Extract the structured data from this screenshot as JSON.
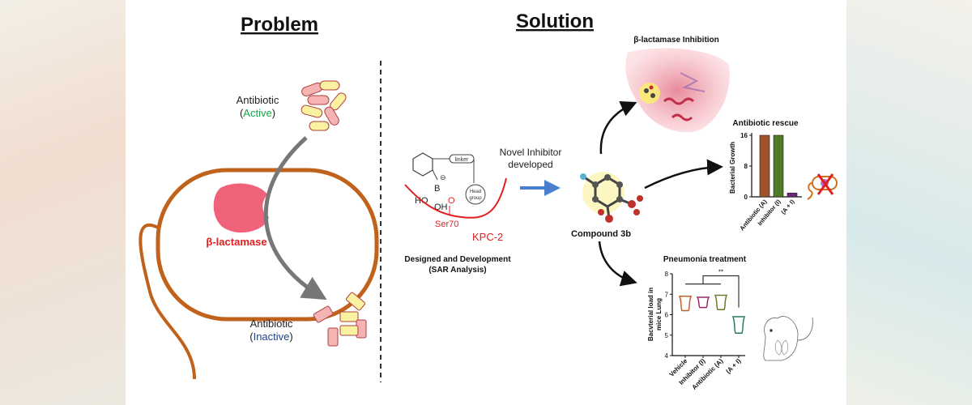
{
  "problem": {
    "title": "Problem",
    "antibiotic_active_label": "Antibiotic",
    "active_open": "(",
    "active_word": "Active",
    "active_close": ")",
    "enzyme_label": "β-lactamase",
    "antibiotic_inactive_label": "Antibiotic",
    "inactive_open": "(",
    "inactive_word": "Inactive",
    "inactive_close": ")"
  },
  "solution": {
    "title": "Solution",
    "structure": {
      "linker": "linker",
      "head_group_1": "Head",
      "head_group_2": "group",
      "boron": "B",
      "charge": "⊖",
      "ho": "HO",
      "oh": "OH",
      "oxygen": "O",
      "serine": "Ser70",
      "enzyme": "KPC-2"
    },
    "design_caption_1": "Designed and Development",
    "design_caption_2": "(SAR Analysis)",
    "arrow_label_1": "Novel Inhibitor",
    "arrow_label_2": "developed",
    "compound_label": "Compound 3b",
    "inhibition_title": "β-lactamase Inhibition"
  },
  "colors": {
    "cell": "#c0621c",
    "enzyme": "#f0627a",
    "red_text": "#e02020",
    "active": "#1aa34a",
    "inactive": "#1f3f8a",
    "blue_arrow": "#4a7fd0",
    "pill_pink": "#f5b3b3",
    "pill_yellow": "#faf2a0"
  },
  "chart_data": [
    {
      "type": "bar",
      "title": "Antibiotic rescue",
      "ylabel": "Bacterial Growth",
      "categories": [
        "Antibiotic (A)",
        "Inhibitor (I)",
        "(A + I)"
      ],
      "values": [
        16,
        16,
        1
      ],
      "colors": [
        "#a0522d",
        "#4f7a28",
        "#6a2a7a"
      ],
      "yticks": [
        "0",
        "8",
        "16"
      ],
      "ylim": [
        0,
        16
      ]
    },
    {
      "type": "violin",
      "title": "Pneumonia treatment",
      "ylabel_1": "Bacvterial load in",
      "ylabel_2": "mice Lung",
      "categories": [
        "Vehicle",
        "Inhibitor (I)",
        "Antibiotic (A)",
        "(A + I)"
      ],
      "ranges": [
        [
          6.2,
          6.9
        ],
        [
          6.35,
          6.85
        ],
        [
          6.25,
          6.95
        ],
        [
          5.1,
          5.9
        ]
      ],
      "colors": [
        "#c0602a",
        "#9a2a6a",
        "#6a7a2a",
        "#2a7a6a"
      ],
      "yticks": [
        "4",
        "5",
        "6",
        "7",
        "8"
      ],
      "ylim": [
        4,
        8
      ],
      "significance": "**"
    }
  ]
}
